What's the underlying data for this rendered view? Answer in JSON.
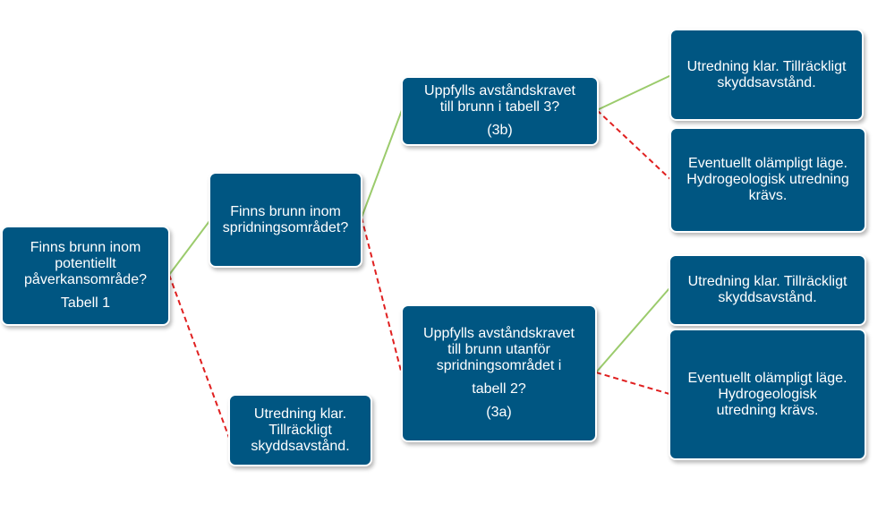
{
  "colors": {
    "node_fill": "#005682",
    "yes_line": "#9BCB6C",
    "no_line": "#E02020"
  },
  "nodes": {
    "root": {
      "lines": [
        "Finns brunn inom",
        "potentiellt",
        "påverkansområde?"
      ],
      "ref": "Tabell 1"
    },
    "spread": {
      "lines": [
        "Finns brunn inom",
        "spridningsområdet?"
      ]
    },
    "q3b": {
      "lines": [
        "Uppfylls avståndskravet",
        "till brunn i tabell 3?"
      ],
      "ref": "(3b)"
    },
    "q3a": {
      "lines": [
        "Uppfylls avståndskravet",
        "till brunn utanför",
        "spridningsområdet i"
      ],
      "line4": "tabell 2?",
      "ref": "(3a)"
    },
    "r3b_yes": {
      "lines": [
        "Utredning klar. Tillräckligt",
        "skyddsavstånd."
      ]
    },
    "r3b_no": {
      "lines": [
        "Eventuellt olämpligt läge.",
        "Hydrogeologisk utredning",
        "krävs."
      ]
    },
    "r3a_yes": {
      "lines": [
        "Utredning klar. Tillräckligt",
        "skyddsavstånd."
      ]
    },
    "r3a_no": {
      "lines": [
        "Eventuellt olämpligt läge.",
        "Hydrogeologisk",
        "utredning krävs."
      ]
    },
    "root_no": {
      "lines": [
        "Utredning klar.",
        "Tillräckligt",
        "skyddsavstånd."
      ]
    }
  }
}
